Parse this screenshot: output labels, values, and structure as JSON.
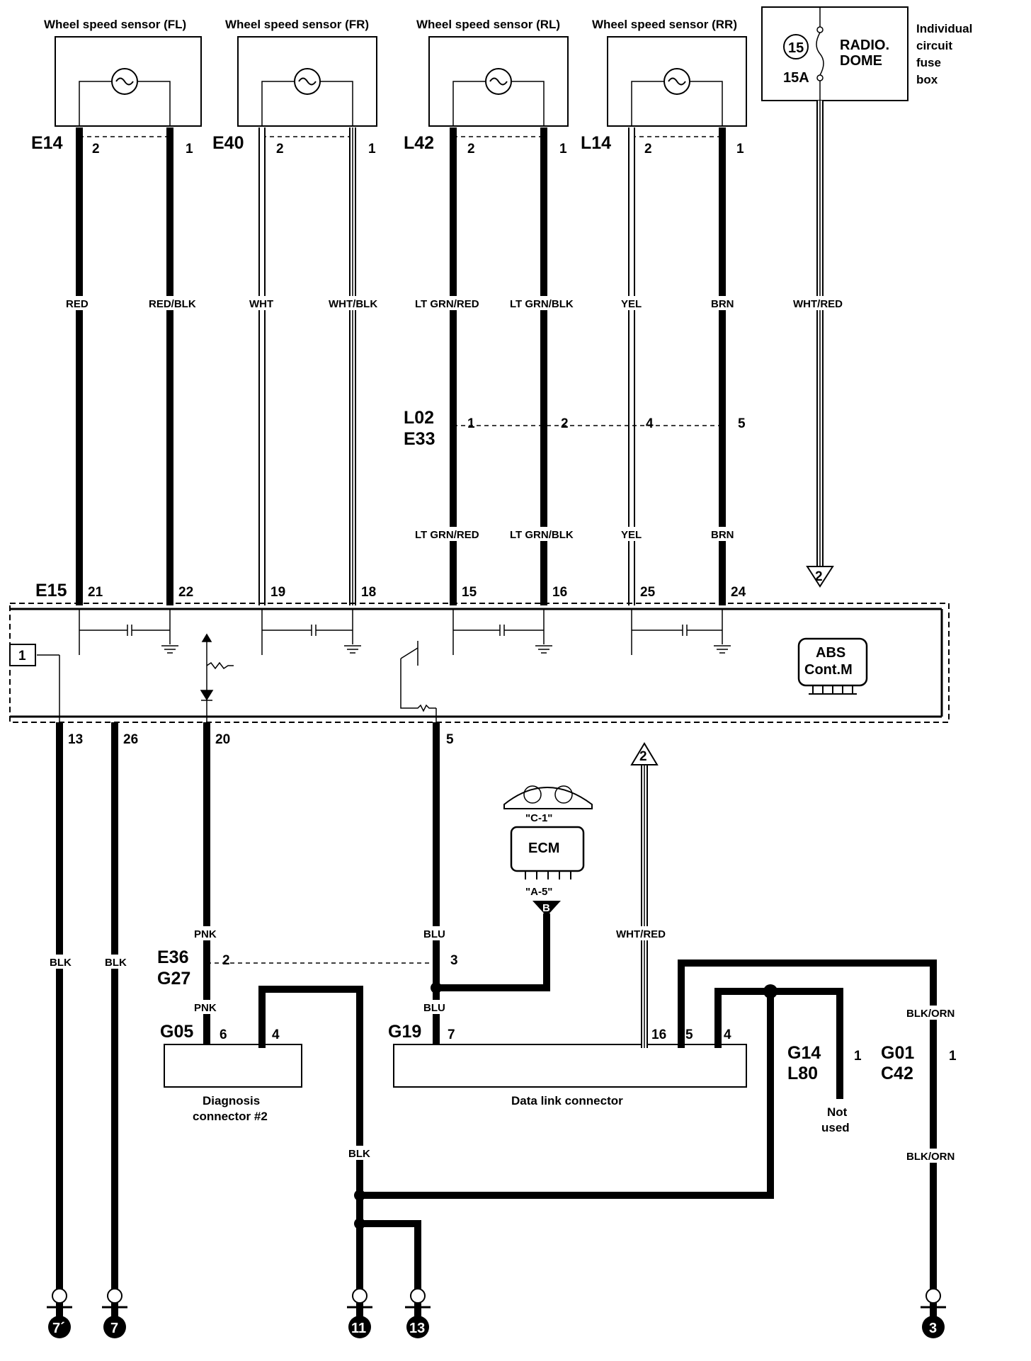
{
  "sensors": [
    {
      "name": "Wheel speed sensor (FL)",
      "connector": "E14",
      "pin_a": "2",
      "pin_b": "1"
    },
    {
      "name": "Wheel speed sensor (FR)",
      "connector": "E40",
      "pin_a": "2",
      "pin_b": "1"
    },
    {
      "name": "Wheel speed sensor (RL)",
      "connector": "L42",
      "pin_a": "2",
      "pin_b": "1"
    },
    {
      "name": "Wheel speed sensor (RR)",
      "connector": "L14",
      "pin_a": "2",
      "pin_b": "1"
    }
  ],
  "fuse": {
    "number": "15",
    "label_1": "RADIO.",
    "label_2": "DOME",
    "rating": "15A",
    "box_1": "Individual",
    "box_2": "circuit",
    "box_3": "fuse",
    "box_4": "box"
  },
  "wires_top": [
    "RED",
    "RED/BLK",
    "WHT",
    "WHT/BLK",
    "LT GRN/RED",
    "LT GRN/BLK",
    "YEL",
    "BRN",
    "WHT/RED"
  ],
  "inline_conn": {
    "top": "L02",
    "bottom": "E33",
    "pins": [
      "1",
      "2",
      "4",
      "5"
    ]
  },
  "wires_mid": [
    "LT GRN/RED",
    "LT GRN/BLK",
    "YEL",
    "BRN"
  ],
  "abs": {
    "connector": "E15",
    "top_pins": [
      "21",
      "22",
      "19",
      "18",
      "15",
      "16",
      "25",
      "24"
    ],
    "bottom_pins": [
      "13",
      "26",
      "20",
      "5"
    ],
    "module_1": "ABS",
    "module_2": "Cont.M",
    "ref_box": "1",
    "arrow_ref": "2"
  },
  "ecm": {
    "label": "ECM",
    "ref_c": "\"C-1\"",
    "ref_a": "\"A-5\"",
    "tag": "B"
  },
  "wires_bottom": {
    "blk_1": "BLK",
    "blk_2": "BLK",
    "pnk_1": "PNK",
    "pnk_2": "PNK",
    "blu_1": "BLU",
    "blu_2": "BLU",
    "wht_red": "WHT/RED",
    "blk_orn_1": "BLK/ORN",
    "blk_orn_2": "BLK/ORN",
    "blk_3": "BLK"
  },
  "connectors_bottom": {
    "e36": "E36",
    "g27": "G27",
    "pin_2": "2",
    "pin_3": "3",
    "g05": "G05",
    "g05_pin_6": "6",
    "g05_pin_4": "4",
    "g19": "G19",
    "g19_pin_7": "7",
    "g19_pin_16": "16",
    "g19_pin_5": "5",
    "g19_pin_4": "4",
    "g14": "G14",
    "l80": "L80",
    "g14_pin": "1",
    "g01": "G01",
    "c42": "C42",
    "g01_pin": "1"
  },
  "diag_conn_1": "Diagnosis",
  "diag_conn_2": "connector #2",
  "dlc": "Data link connector",
  "not_used_1": "Not",
  "not_used_2": "used",
  "grounds": [
    "7´",
    "7",
    "11",
    "13",
    "3"
  ]
}
